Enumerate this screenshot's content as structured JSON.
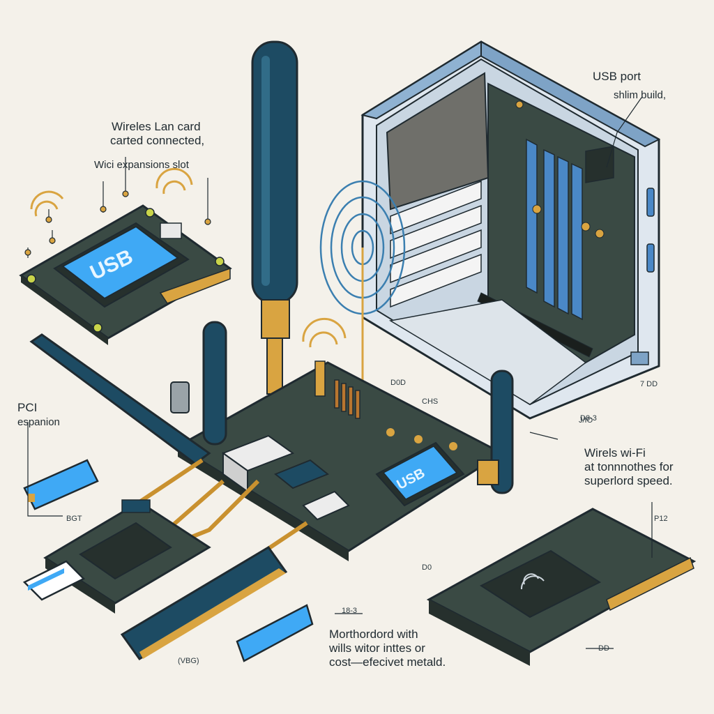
{
  "labels": {
    "usb_port": "USB port",
    "shim_build": "shlim build,",
    "wireless_lan_line1": "Wireles Lan card",
    "wireless_lan_line2": "carted connected,",
    "wici_slot": "Wici expansions slot",
    "pci_line1": "PCI",
    "pci_line2": "espanion",
    "wifi_line1": "Wirels wi-Fi",
    "wifi_line2": "at tonnnothes for",
    "wifi_line3": "superlord speed.",
    "mb_line1": "Morthordord with",
    "mb_line2": "wills witor inttes or",
    "mb_line3": "cost—efecivet metald."
  },
  "chip_text": {
    "usb_card_chip": "USB",
    "usb_board_chip": "USB"
  },
  "small_tags": {
    "t1": "BGT",
    "t2": "18-3",
    "t3": "(VBG)",
    "t4": "DD",
    "t5": "P12",
    "t6": "7 DD",
    "t7": "D8-3",
    "t8": "D0",
    "t9": "D0D",
    "t10": "CHS",
    "t11": "J/IO"
  },
  "colors": {
    "background": "#f4f1ea",
    "pcb_dark": "#2f3a36",
    "chip_blue": "#3fa9f5",
    "antenna_navy": "#1d4b63",
    "case_frame": "#6b8fb0",
    "gold": "#d9a441"
  }
}
